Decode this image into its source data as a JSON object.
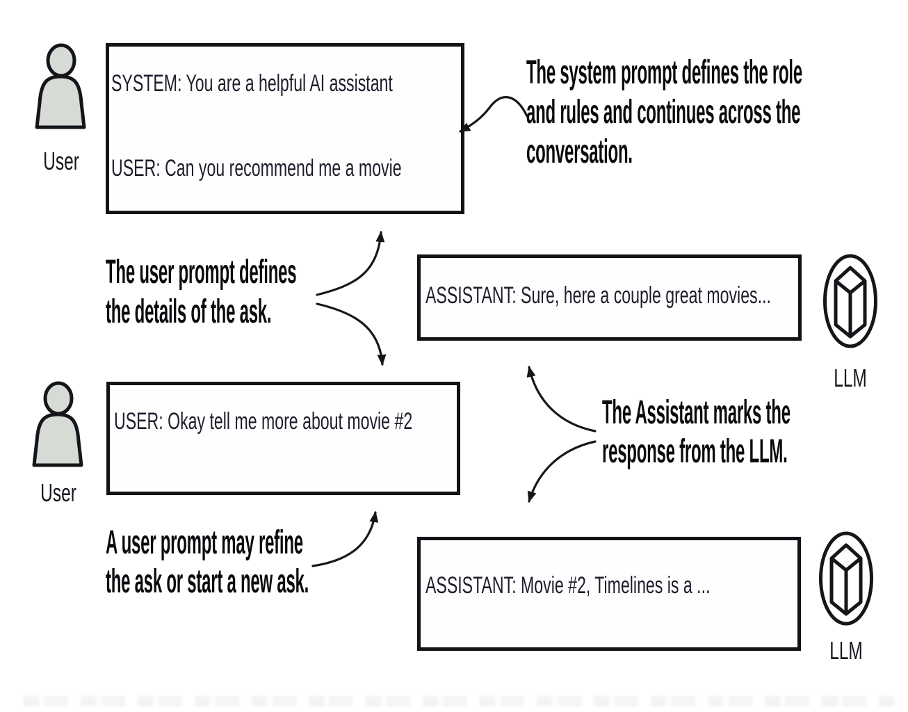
{
  "boxes": {
    "prompt1": {
      "lines": [
        "SYSTEM: You are a helpful AI assistant",
        "USER: Can you recommend me a movie"
      ]
    },
    "assistant1": {
      "text": "ASSISTANT: Sure, here a couple great movies..."
    },
    "prompt2": {
      "text": "USER: Okay tell me more about movie #2"
    },
    "assistant2": {
      "text": "ASSISTANT: Movie #2, Timelines is a ..."
    }
  },
  "actors": {
    "user1_label": "User",
    "user2_label": "User",
    "llm1_label": "LLM",
    "llm2_label": "LLM"
  },
  "annotations": {
    "system_prompt": {
      "lines": [
        "The system prompt defines the role",
        "and rules and continues across the",
        "conversation."
      ]
    },
    "user_prompt": {
      "lines": [
        "The user prompt defines",
        "the details of the ask."
      ]
    },
    "assistant_marks": {
      "lines": [
        "The Assistant marks the",
        "response from the LLM."
      ]
    },
    "refine": {
      "lines": [
        "A user prompt may refine",
        "the ask or start a new ask."
      ]
    }
  },
  "colors": {
    "ink": "#121217",
    "person_fill": "#d6dbd6",
    "background": "#ffffff"
  }
}
